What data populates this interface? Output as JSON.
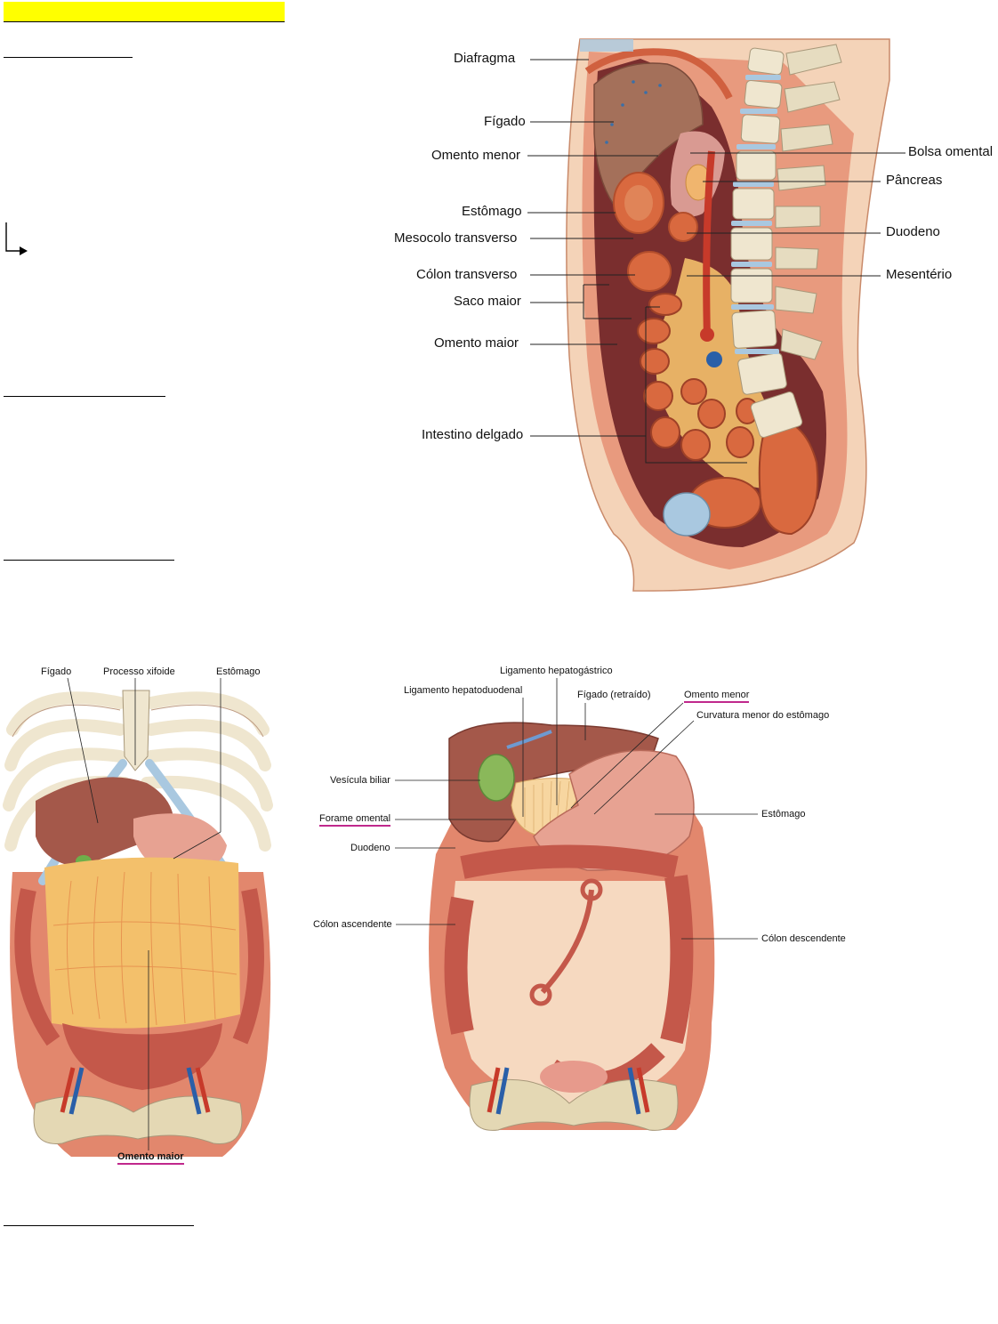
{
  "colors": {
    "highlight": "#ffff00",
    "underline_accent": "#c0288c",
    "tissue": "#d9734f",
    "bone": "#efe6cf",
    "fat": "#f3c06b",
    "cartilage": "#a9c8e0"
  },
  "icons": {
    "arrow": "corner-down-right-arrow-icon"
  },
  "sagittal": {
    "labels_left": [
      "Diafragma",
      "Fígado",
      "Omento menor",
      "Estômago",
      "Mesocolo transverso",
      "Cólon transverso",
      "Saco maior",
      "Omento maior",
      "Intestino delgado"
    ],
    "labels_right": [
      "Bolsa omental",
      "Pâncreas",
      "Duodeno",
      "Mesentério"
    ]
  },
  "anterior_view": {
    "labels": [
      "Fígado",
      "Processo xifoide",
      "Estômago",
      "Omento maior"
    ]
  },
  "retracted_view": {
    "labels": [
      "Ligamento hepatogástrico",
      "Ligamento hepatoduodenal",
      "Fígado (retraído)",
      "Omento menor",
      "Curvatura menor do estômago",
      "Vesícula biliar",
      "Forame omental",
      "Estômago",
      "Duodeno",
      "Cólon ascendente",
      "Cólon descendente"
    ]
  }
}
